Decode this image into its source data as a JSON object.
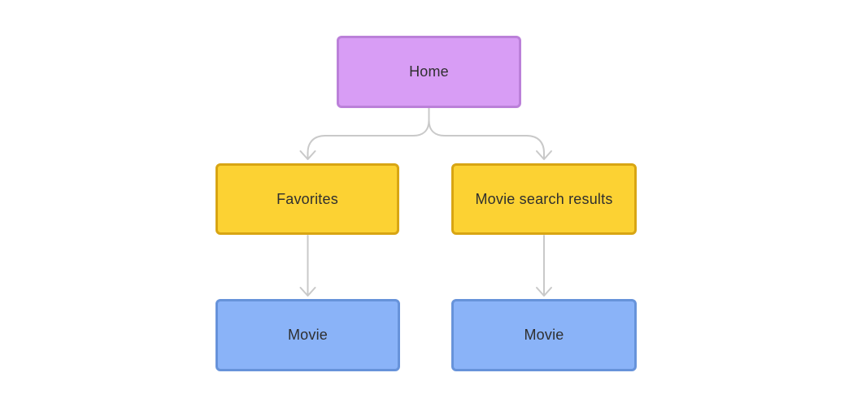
{
  "diagram": {
    "background": "#ffffff",
    "arrow_color": "#c9c9c9",
    "text_color": "#2f2f2f",
    "nodes": {
      "home": {
        "label": "Home",
        "fill": "#d89df5",
        "border": "#bb80d9"
      },
      "favorites": {
        "label": "Favorites",
        "fill": "#fcd233",
        "border": "#d8a513"
      },
      "movie_search_results": {
        "label": "Movie search results",
        "fill": "#fcd233",
        "border": "#d8a513"
      },
      "movie_left": {
        "label": "Movie",
        "fill": "#8ab3f8",
        "border": "#6793da"
      },
      "movie_right": {
        "label": "Movie",
        "fill": "#8ab3f8",
        "border": "#6793da"
      }
    },
    "edges": [
      {
        "from": "home",
        "to": "favorites"
      },
      {
        "from": "home",
        "to": "movie_search_results"
      },
      {
        "from": "favorites",
        "to": "movie_left"
      },
      {
        "from": "movie_search_results",
        "to": "movie_right"
      }
    ]
  }
}
